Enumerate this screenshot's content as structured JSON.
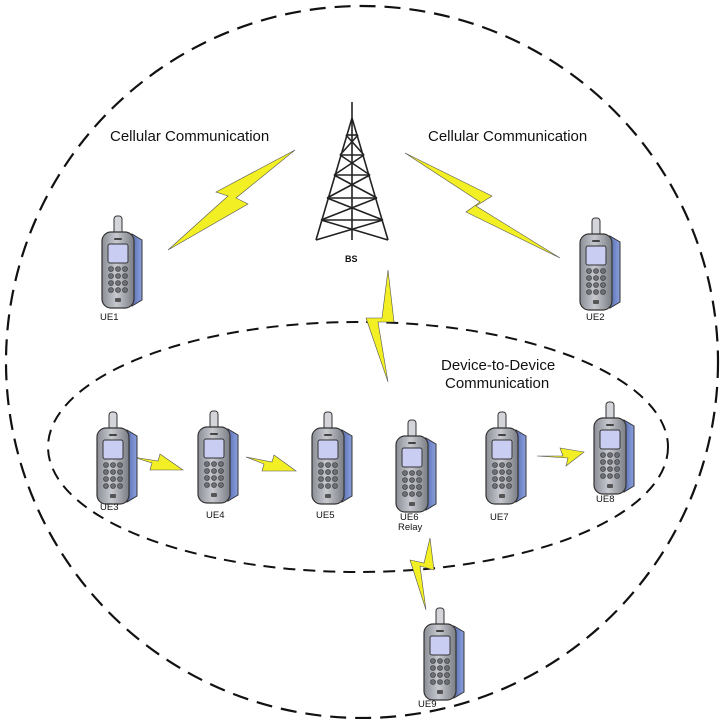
{
  "labels": {
    "cellular_left": "Cellular Communication",
    "cellular_right": "Cellular Communication",
    "d2d_line1": "Device-to-Device",
    "d2d_line2": "Communication",
    "bs": "BS",
    "relay": "Relay"
  },
  "devices": [
    "UE1",
    "UE2",
    "UE3",
    "UE4",
    "UE5",
    "UE6",
    "UE7",
    "UE8",
    "UE9"
  ],
  "colors": {
    "phone_body": "#a9abb3",
    "screen": "#c9cdf2",
    "bolt": "#f2ef24",
    "tower": "#222222"
  }
}
